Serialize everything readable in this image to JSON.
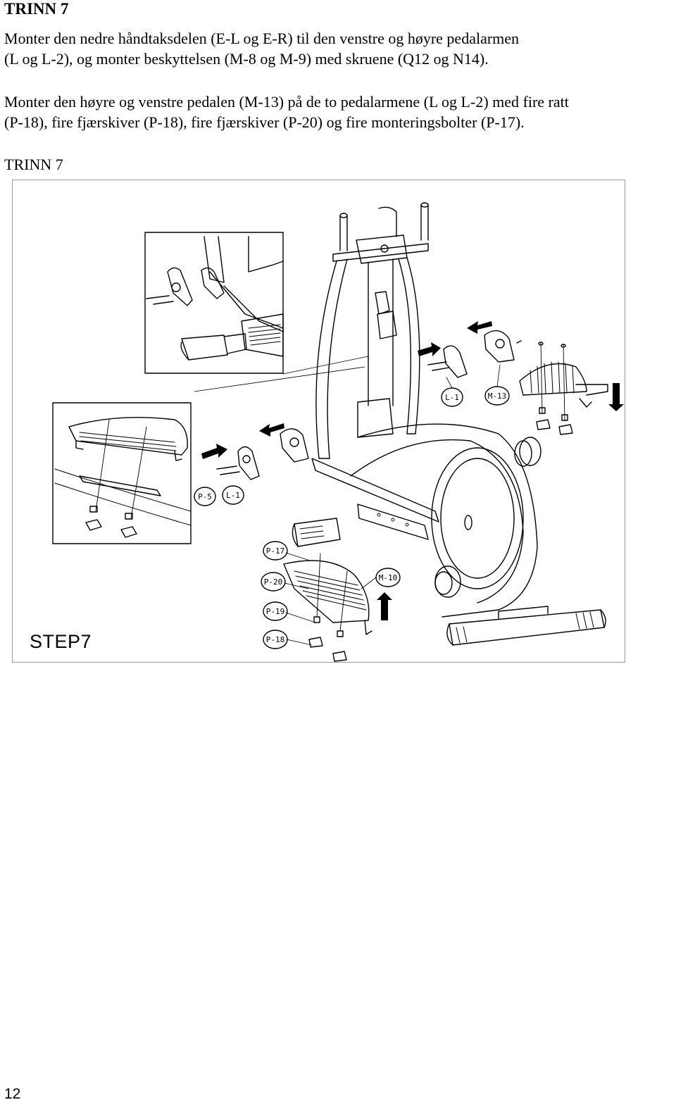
{
  "document": {
    "heading": "TRINN 7",
    "paragraphs": [
      {
        "lines": [
          "Monter den nedre håndtaksdelen (E-L og E-R) til den venstre og høyre pedalarmen",
          "(L og L-2), og monter beskyttelsen (M-8 og M-9) med skruene (Q12 og N14)."
        ]
      },
      {
        "lines": [
          "Monter den høyre og venstre pedalen (M-13) på de to pedalarmene (L og L-2) med fire ratt",
          "(P-18), fire fjærskiver (P-18), fire fjærskiver (P-20) og fire monteringsbolter (P-17)."
        ]
      }
    ],
    "subheading": "TRINN 7",
    "page_number": "12"
  },
  "figure": {
    "step_label": "STEP7",
    "part_labels": {
      "l1_top": "L-1",
      "m13": "M-13",
      "p5": "P-5",
      "l1_left": "L-1",
      "p17": "P-17",
      "p20": "P-20",
      "p19": "P-19",
      "p18": "P-18",
      "m10": "M-10"
    }
  }
}
